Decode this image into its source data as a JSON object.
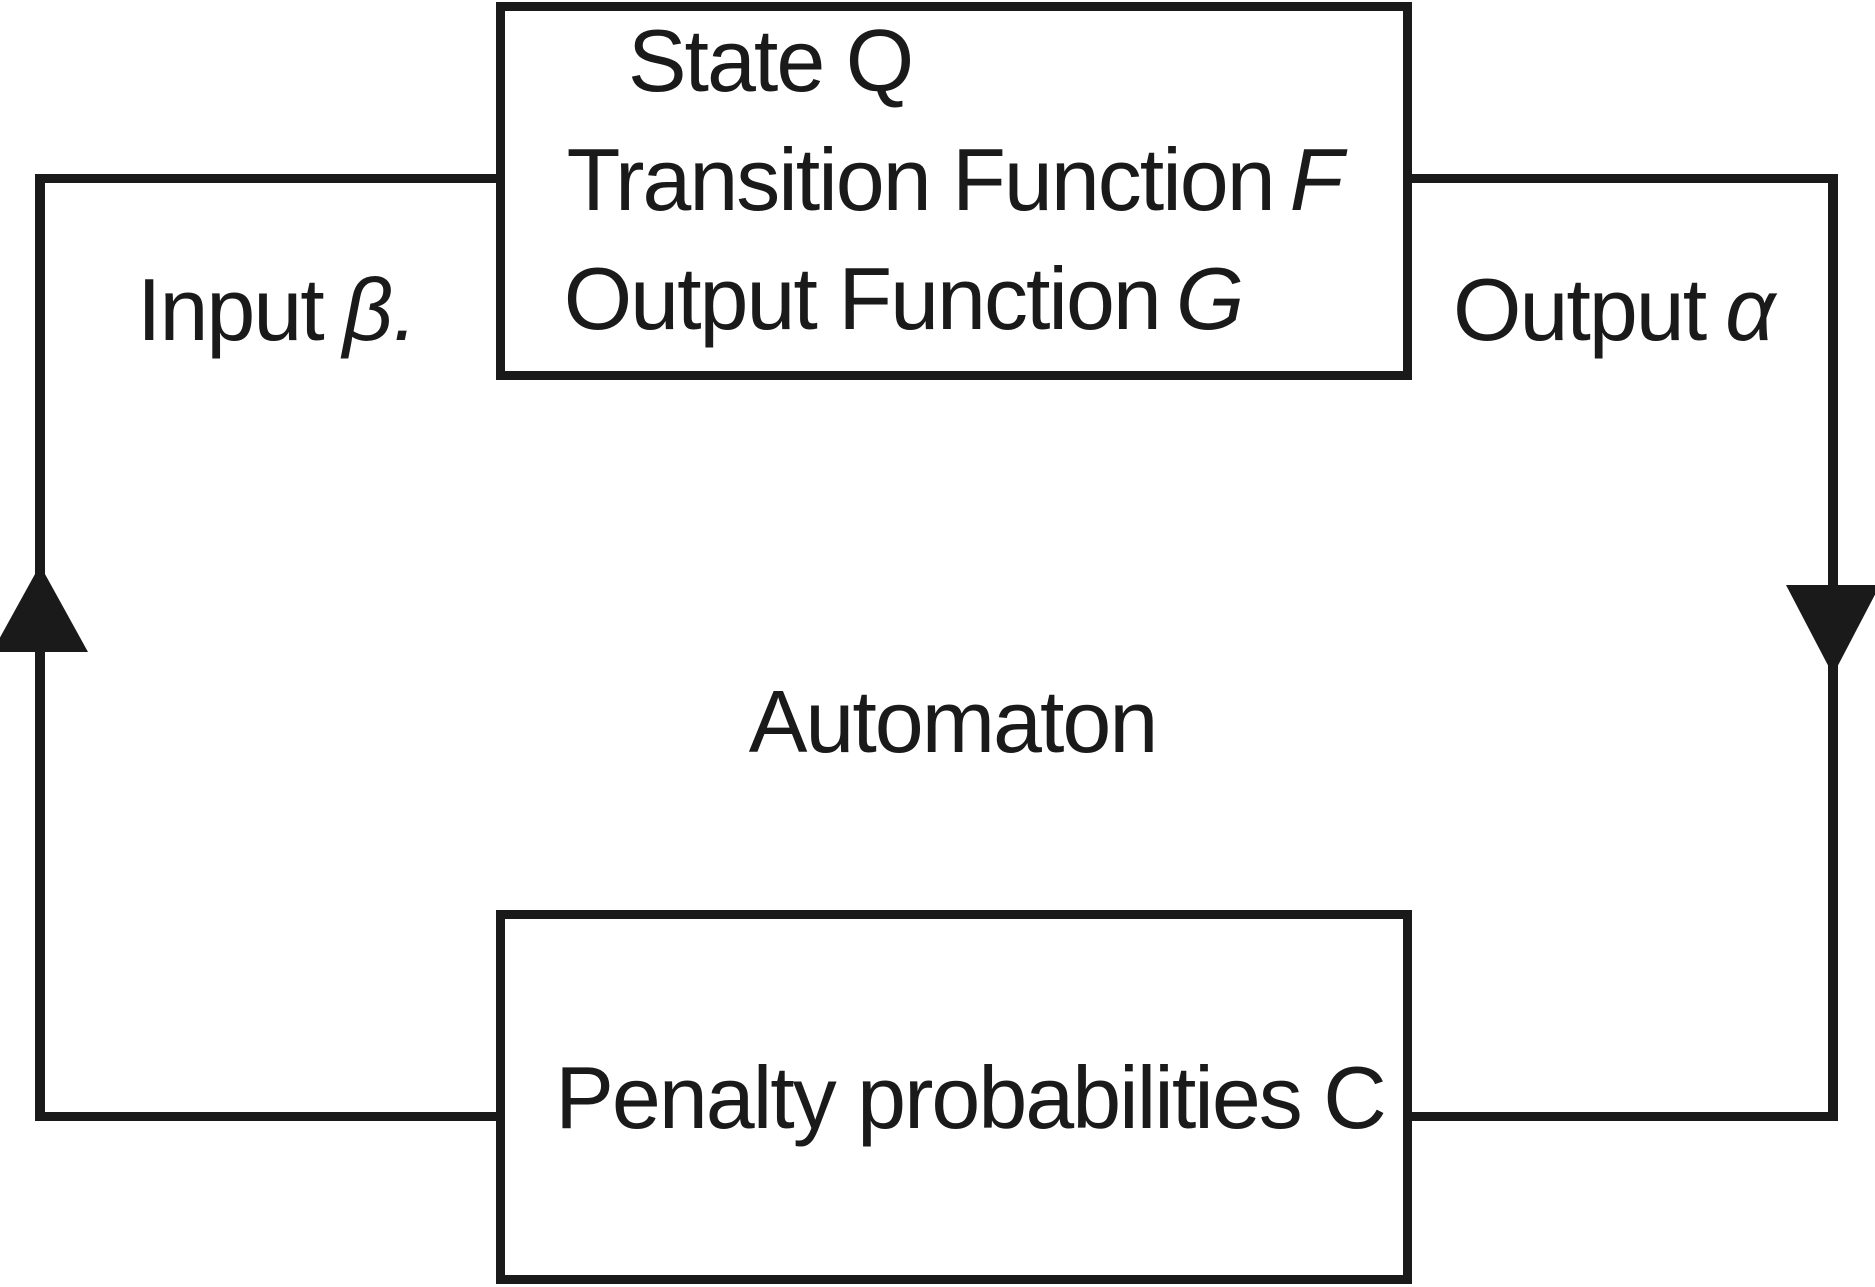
{
  "figure": {
    "top_box": {
      "lines": [
        {
          "text": "State Q",
          "var": ""
        },
        {
          "text": "Transition Function",
          "var": "F"
        },
        {
          "text": "Output Function",
          "var": "G"
        }
      ]
    },
    "bottom_box": {
      "label": "Penalty probabilities C"
    },
    "center_label": "Automaton",
    "input_label": {
      "text": "Input",
      "symbol": "β."
    },
    "output_label": {
      "text": "Output",
      "symbol": "α"
    },
    "colors": {
      "stroke": "#1a1a1a",
      "background": "#ffffff",
      "text": "#1a1a1a"
    }
  }
}
